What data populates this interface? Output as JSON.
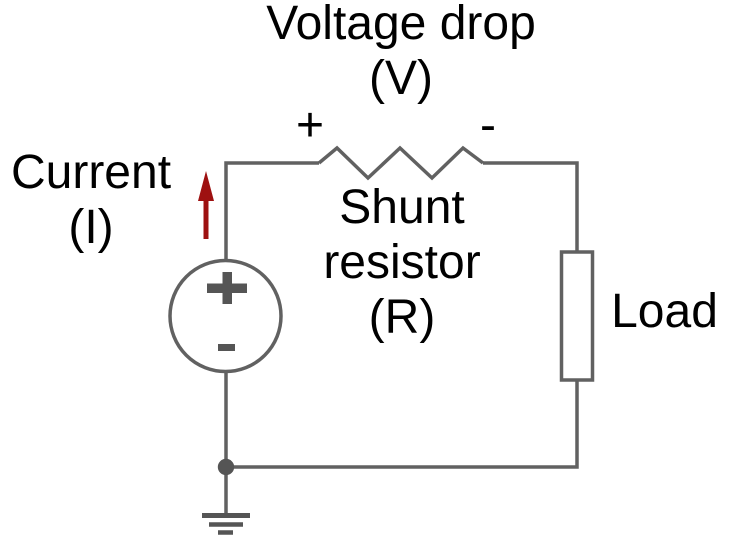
{
  "labels": {
    "voltage_drop": [
      "Voltage drop",
      "(V)"
    ],
    "resistor_polarity_plus": "+",
    "resistor_polarity_minus": "-",
    "current": [
      "Current",
      "(I)"
    ],
    "shunt_resistor": [
      "Shunt",
      "resistor",
      "(R)"
    ],
    "load": "Load"
  },
  "symbols": {
    "source_plus": "+",
    "source_minus": "-",
    "ground": "earth-ground-icon",
    "current_arrow_direction": "up"
  },
  "colors": {
    "wire": "#616161",
    "symbol": "#555555",
    "arrow": "#9e1111",
    "text": "#000000",
    "background": "#ffffff"
  }
}
